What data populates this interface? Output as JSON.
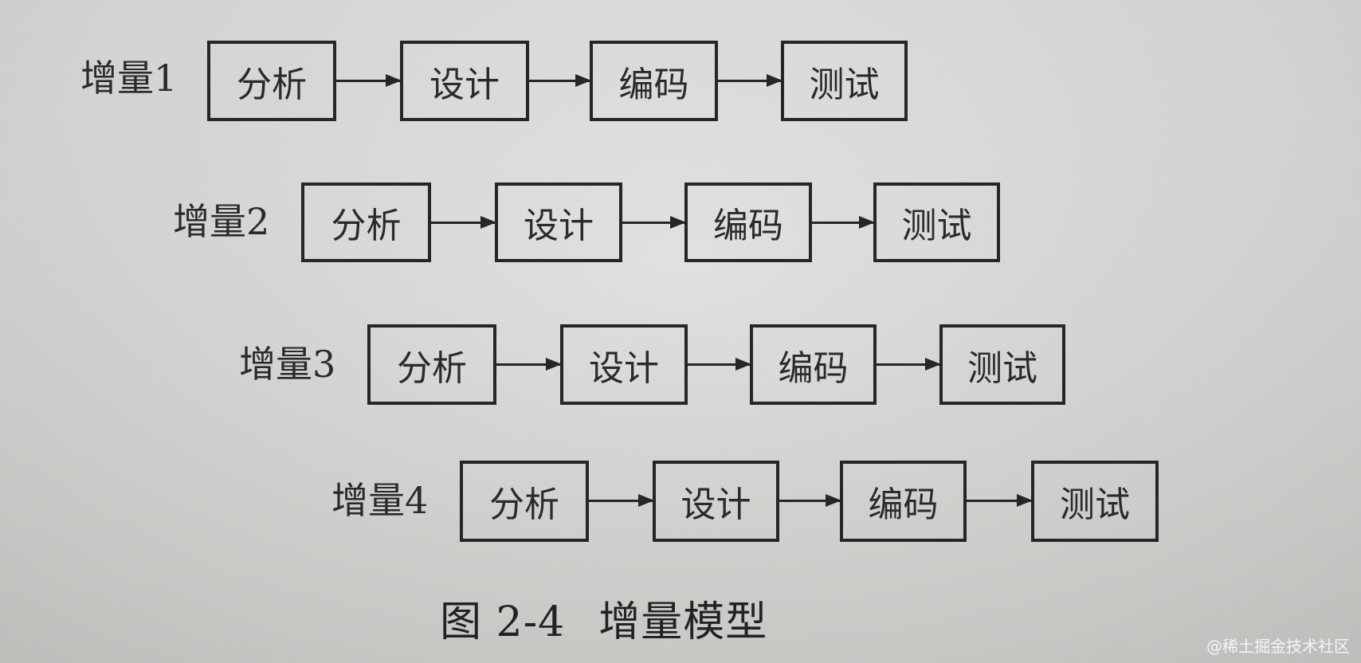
{
  "increments": [
    {
      "label": "增量1",
      "steps": [
        "分析",
        "设计",
        "编码",
        "测试"
      ]
    },
    {
      "label": "增量2",
      "steps": [
        "分析",
        "设计",
        "编码",
        "测试"
      ]
    },
    {
      "label": "增量3",
      "steps": [
        "分析",
        "设计",
        "编码",
        "测试"
      ]
    },
    {
      "label": "增量4",
      "steps": [
        "分析",
        "设计",
        "编码",
        "测试"
      ]
    }
  ],
  "caption": {
    "number": "图 2-4",
    "title": "增量模型"
  },
  "watermark": "@稀土掘金技术社区"
}
